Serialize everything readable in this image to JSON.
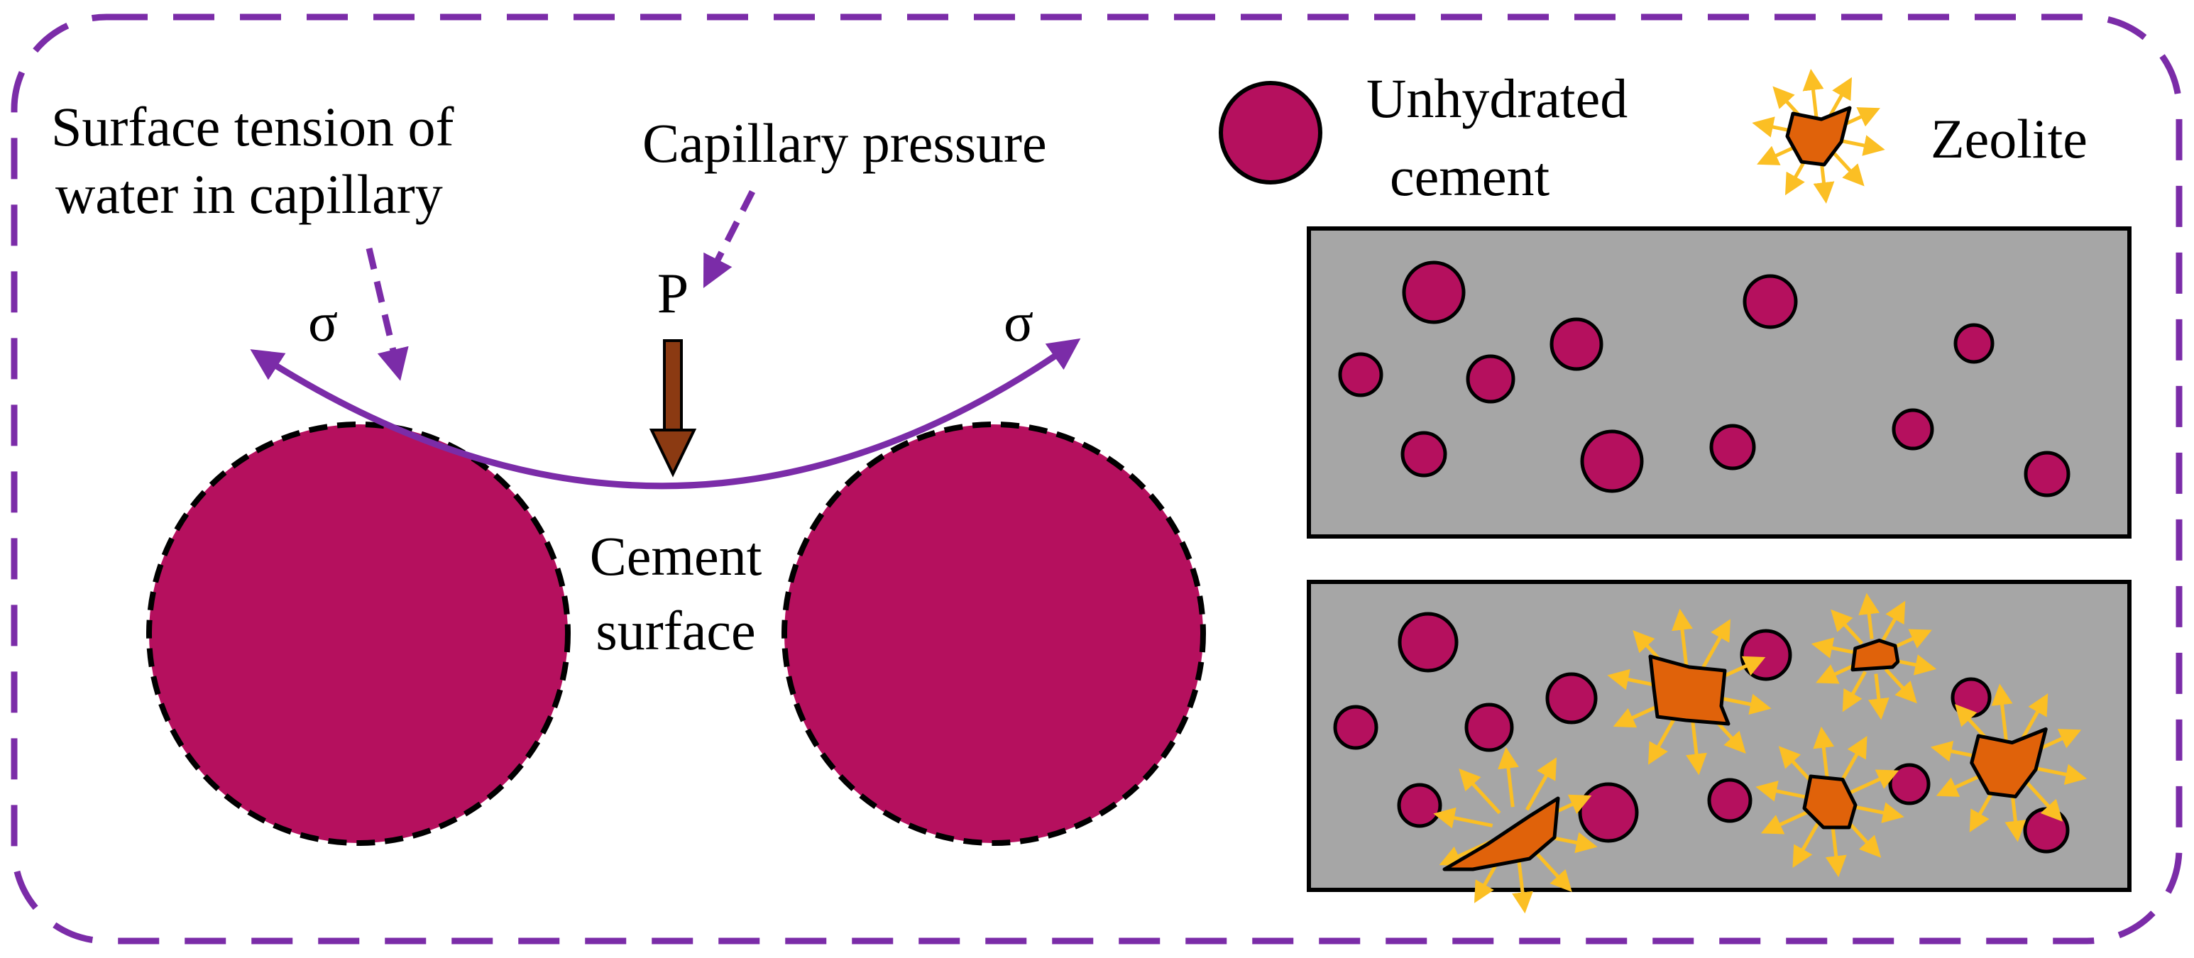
{
  "colors": {
    "frame": "#7b2ca8",
    "cement": "#b5105e",
    "zeolite": "#e0620a",
    "arrow_yellow": "#fbbf24",
    "matrix": "#a6a6a6",
    "pressure_arrow": "#8b3a12"
  },
  "labels": {
    "surface_tension_line1": "Surface tension of",
    "surface_tension_line2": "water in capillary",
    "capillary_pressure": "Capillary pressure",
    "pressure_symbol": "P",
    "sigma_left": "σ",
    "sigma_right": "σ",
    "cement_surface_line1": "Cement",
    "cement_surface_line2": "surface"
  },
  "legend": {
    "unhydrated_line1": "Unhydrated",
    "unhydrated_line2": "cement",
    "zeolite": "Zeolite"
  },
  "icons": [
    "unhydrated-cement-particle-icon",
    "zeolite-particle-icon"
  ]
}
